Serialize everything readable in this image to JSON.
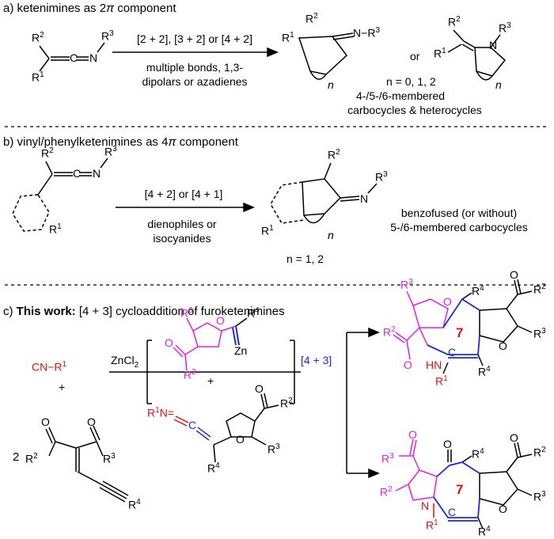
{
  "section_a": {
    "header_prefix": "a) ketenimines as 2",
    "header_pi": "π",
    "header_suffix": " component",
    "condition_top": "[2 + 2], [3 + 2] or [4 + 2]",
    "condition_bottom_1": "multiple bonds, 1,3-",
    "condition_bottom_2": "dipolars or azadienes",
    "or_label": "or",
    "n_values": "n = 0, 1, 2",
    "product_desc_1": "4-/5-/6-membered",
    "product_desc_2": "carbocycles & heterocycles",
    "n_label": "n"
  },
  "section_b": {
    "header_prefix": "b) vinyl/phenylketenimines as 4",
    "header_pi": "π",
    "header_suffix": " component",
    "condition_top": "[4 + 2] or [4 + 1]",
    "condition_bottom_1": "dienophiles or",
    "condition_bottom_2": "isocyanides",
    "n_values": "n = 1, 2",
    "product_desc_1": "benzofused (or without)",
    "product_desc_2": "5-/6-membered carbocycles",
    "n_label": "n"
  },
  "section_c": {
    "header_prefix": "c) ",
    "header_bold": "This work:",
    "header_suffix": " [4 + 3] cycloaddition of furoketenimines",
    "reagent_isocyanide": "CN−R",
    "plus": "+",
    "coefficient": "2",
    "catalyst": "ZnCl",
    "catalyst_sub": "2",
    "cycloaddition_label": "[4 + 3]",
    "ring_label": "7",
    "zn_label": "Zn",
    "amine_label": "HN"
  },
  "atoms": {
    "R1": "R",
    "R2": "R",
    "R3": "R",
    "R4": "R",
    "sup1": "1",
    "sup2": "2",
    "sup3": "3",
    "sup4": "4",
    "N": "N",
    "C": "C",
    "O": "O"
  },
  "colors": {
    "black": "#000000",
    "magenta": "#e020e0",
    "red": "#e01010",
    "blue": "#1c2ad8"
  }
}
